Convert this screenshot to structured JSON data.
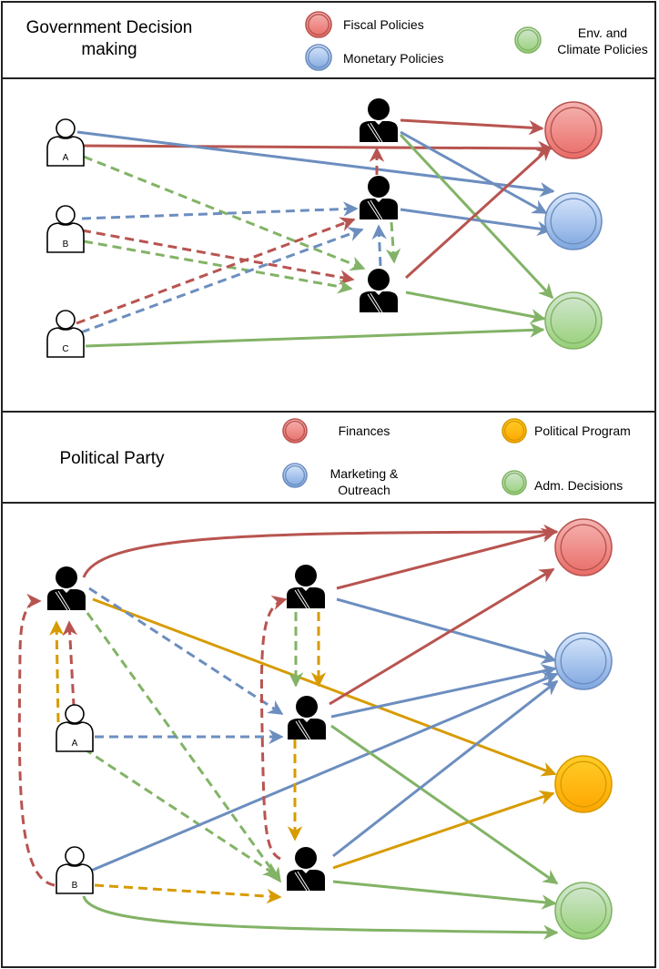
{
  "government": {
    "title": "Government Decision making",
    "title_lines": [
      "Government Decision",
      "making"
    ],
    "legend": [
      {
        "id": "fiscal",
        "label": "Fiscal Policies",
        "color": "red"
      },
      {
        "id": "monetary",
        "label": "Monetary Policies",
        "color": "blue"
      },
      {
        "id": "env",
        "label": "Env. and Climate Policies",
        "label_lines": [
          "Env. and",
          "Climate Policies"
        ],
        "color": "green"
      }
    ],
    "actors": [
      {
        "id": "A",
        "label": "A",
        "type": "person"
      },
      {
        "id": "B",
        "label": "B",
        "type": "person"
      },
      {
        "id": "C",
        "label": "C",
        "type": "person"
      },
      {
        "id": "O1",
        "label": "",
        "type": "official"
      },
      {
        "id": "O2",
        "label": "",
        "type": "official"
      },
      {
        "id": "O3",
        "label": "",
        "type": "official"
      }
    ],
    "targets": [
      "fiscal",
      "monetary",
      "env"
    ],
    "edges": [
      {
        "from": "A",
        "to": "fiscal",
        "color": "red",
        "style": "solid"
      },
      {
        "from": "A",
        "to": "monetary",
        "color": "blue",
        "style": "solid"
      },
      {
        "from": "A",
        "to": "O3",
        "color": "green",
        "style": "dashed"
      },
      {
        "from": "B",
        "to": "O2",
        "color": "blue",
        "style": "dashed"
      },
      {
        "from": "B",
        "to": "O3",
        "color": "red",
        "style": "dashed"
      },
      {
        "from": "B",
        "to": "O3",
        "color": "green",
        "style": "dashed"
      },
      {
        "from": "C",
        "to": "O2",
        "color": "red",
        "style": "dashed"
      },
      {
        "from": "C",
        "to": "O2",
        "color": "blue",
        "style": "dashed"
      },
      {
        "from": "C",
        "to": "env",
        "color": "green",
        "style": "solid"
      },
      {
        "from": "O1",
        "to": "fiscal",
        "color": "red",
        "style": "solid"
      },
      {
        "from": "O1",
        "to": "monetary",
        "color": "blue",
        "style": "solid"
      },
      {
        "from": "O1",
        "to": "env",
        "color": "green",
        "style": "solid"
      },
      {
        "from": "O2",
        "to": "O1",
        "color": "red",
        "style": "dashed"
      },
      {
        "from": "O2",
        "to": "monetary",
        "color": "blue",
        "style": "solid"
      },
      {
        "from": "O2",
        "to": "O3",
        "color": "green",
        "style": "dashed"
      },
      {
        "from": "O3",
        "to": "O2",
        "color": "blue",
        "style": "dashed"
      },
      {
        "from": "O3",
        "to": "fiscal",
        "color": "red",
        "style": "solid"
      },
      {
        "from": "O3",
        "to": "env",
        "color": "green",
        "style": "solid"
      }
    ]
  },
  "party": {
    "title": "Political Party",
    "legend": [
      {
        "id": "finances",
        "label": "Finances",
        "color": "red"
      },
      {
        "id": "program",
        "label": "Political Program",
        "color": "orange"
      },
      {
        "id": "marketing",
        "label": "Marketing & Outreach",
        "label_lines": [
          "Marketing &",
          "Outreach"
        ],
        "color": "blue"
      },
      {
        "id": "adm",
        "label": "Adm. Decisions",
        "color": "green"
      }
    ],
    "actors": [
      {
        "id": "L",
        "label": "",
        "type": "official"
      },
      {
        "id": "A",
        "label": "A",
        "type": "person"
      },
      {
        "id": "B",
        "label": "B",
        "type": "person"
      },
      {
        "id": "M1",
        "label": "",
        "type": "official"
      },
      {
        "id": "M2",
        "label": "",
        "type": "official"
      },
      {
        "id": "M3",
        "label": "",
        "type": "official"
      }
    ],
    "targets": [
      "finances",
      "marketing",
      "program",
      "adm"
    ],
    "edges": [
      {
        "from": "L",
        "to": "finances",
        "color": "red",
        "style": "solid"
      },
      {
        "from": "L",
        "to": "program",
        "color": "orange",
        "style": "solid"
      },
      {
        "from": "L",
        "to": "M2",
        "color": "blue",
        "style": "dashed"
      },
      {
        "from": "L",
        "to": "M3",
        "color": "green",
        "style": "dashed"
      },
      {
        "from": "A",
        "to": "L",
        "color": "orange",
        "style": "dashed"
      },
      {
        "from": "A",
        "to": "L",
        "color": "red",
        "style": "dashed"
      },
      {
        "from": "A",
        "to": "M2",
        "color": "blue",
        "style": "dashed"
      },
      {
        "from": "A",
        "to": "M3",
        "color": "green",
        "style": "dashed"
      },
      {
        "from": "B",
        "to": "L",
        "color": "red",
        "style": "dashed"
      },
      {
        "from": "B",
        "to": "marketing",
        "color": "blue",
        "style": "solid"
      },
      {
        "from": "B",
        "to": "M3",
        "color": "orange",
        "style": "dashed"
      },
      {
        "from": "B",
        "to": "adm",
        "color": "green",
        "style": "solid"
      },
      {
        "from": "M1",
        "to": "finances",
        "color": "red",
        "style": "solid"
      },
      {
        "from": "M1",
        "to": "marketing",
        "color": "blue",
        "style": "solid"
      },
      {
        "from": "M1",
        "to": "M2",
        "color": "green",
        "style": "dashed"
      },
      {
        "from": "M1",
        "to": "M2",
        "color": "orange",
        "style": "dashed"
      },
      {
        "from": "M2",
        "to": "finances",
        "color": "red",
        "style": "solid"
      },
      {
        "from": "M2",
        "to": "marketing",
        "color": "blue",
        "style": "solid"
      },
      {
        "from": "M2",
        "to": "adm",
        "color": "green",
        "style": "solid"
      },
      {
        "from": "M2",
        "to": "M3",
        "color": "orange",
        "style": "dashed"
      },
      {
        "from": "M3",
        "to": "M1",
        "color": "red",
        "style": "dashed"
      },
      {
        "from": "M3",
        "to": "marketing",
        "color": "blue",
        "style": "solid"
      },
      {
        "from": "M3",
        "to": "program",
        "color": "orange",
        "style": "solid"
      },
      {
        "from": "M3",
        "to": "adm",
        "color": "green",
        "style": "solid"
      }
    ]
  },
  "colors": {
    "red": "#b85450",
    "blue": "#6c8ebf",
    "green": "#82b366",
    "orange": "#d79b00",
    "red_fill": "#ea6b66",
    "red_fill_top": "#f4b4b1",
    "blue_fill": "#7ea6e0",
    "blue_fill_top": "#dae8fc",
    "green_fill": "#97d077",
    "green_fill_top": "#d5e8d4",
    "orange_fill": "#ffa500",
    "orange_fill_top": "#ffcd28"
  }
}
